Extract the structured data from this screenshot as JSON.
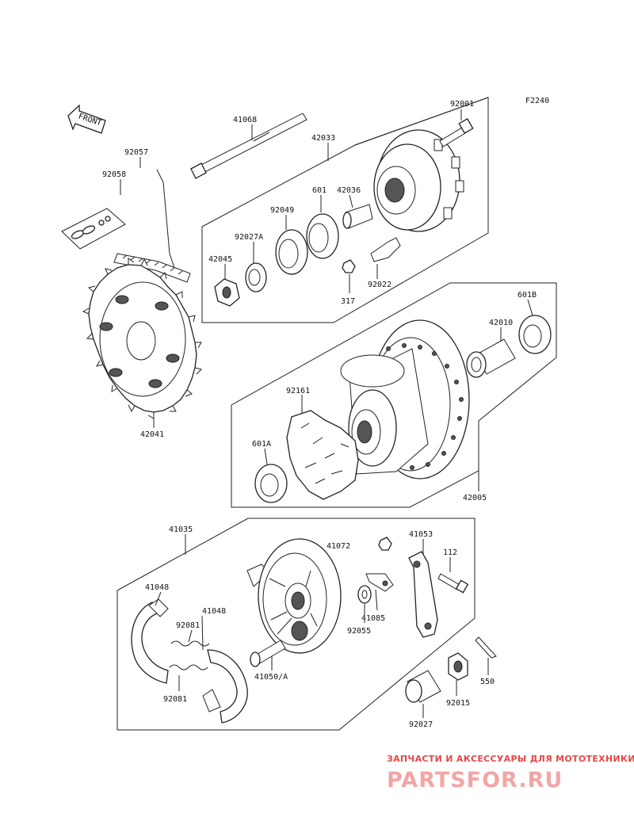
{
  "figure_code": "F2240",
  "front_label": "FRONT",
  "labels": {
    "p92001": "92001",
    "p41068": "41068",
    "p42033": "42033",
    "p92057": "92057",
    "p92058": "92058",
    "p601": "601",
    "p42036": "42036",
    "p92049": "92049",
    "p92027A": "92027A",
    "p42045": "42045",
    "p92022": "92022",
    "p317": "317",
    "p601B": "601B",
    "p42010": "42010",
    "p92161": "92161",
    "p601A": "601A",
    "p42041": "42041",
    "p42005": "42005",
    "p41035": "41035",
    "p41072": "41072",
    "p41053": "41053",
    "p112": "112",
    "p41048a": "41048",
    "p41048b": "41048",
    "p92081a": "92081",
    "p41085": "41085",
    "p92055": "92055",
    "p41050A": "41050/A",
    "p550": "550",
    "p92081b": "92081",
    "p92015": "92015",
    "p92027": "92027"
  },
  "watermark": {
    "tagline": "ЗАПЧАСТИ И АКСЕССУАРЫ ДЛЯ МОТОТЕХНИКИ",
    "logo": "PARTSFOR.RU"
  }
}
